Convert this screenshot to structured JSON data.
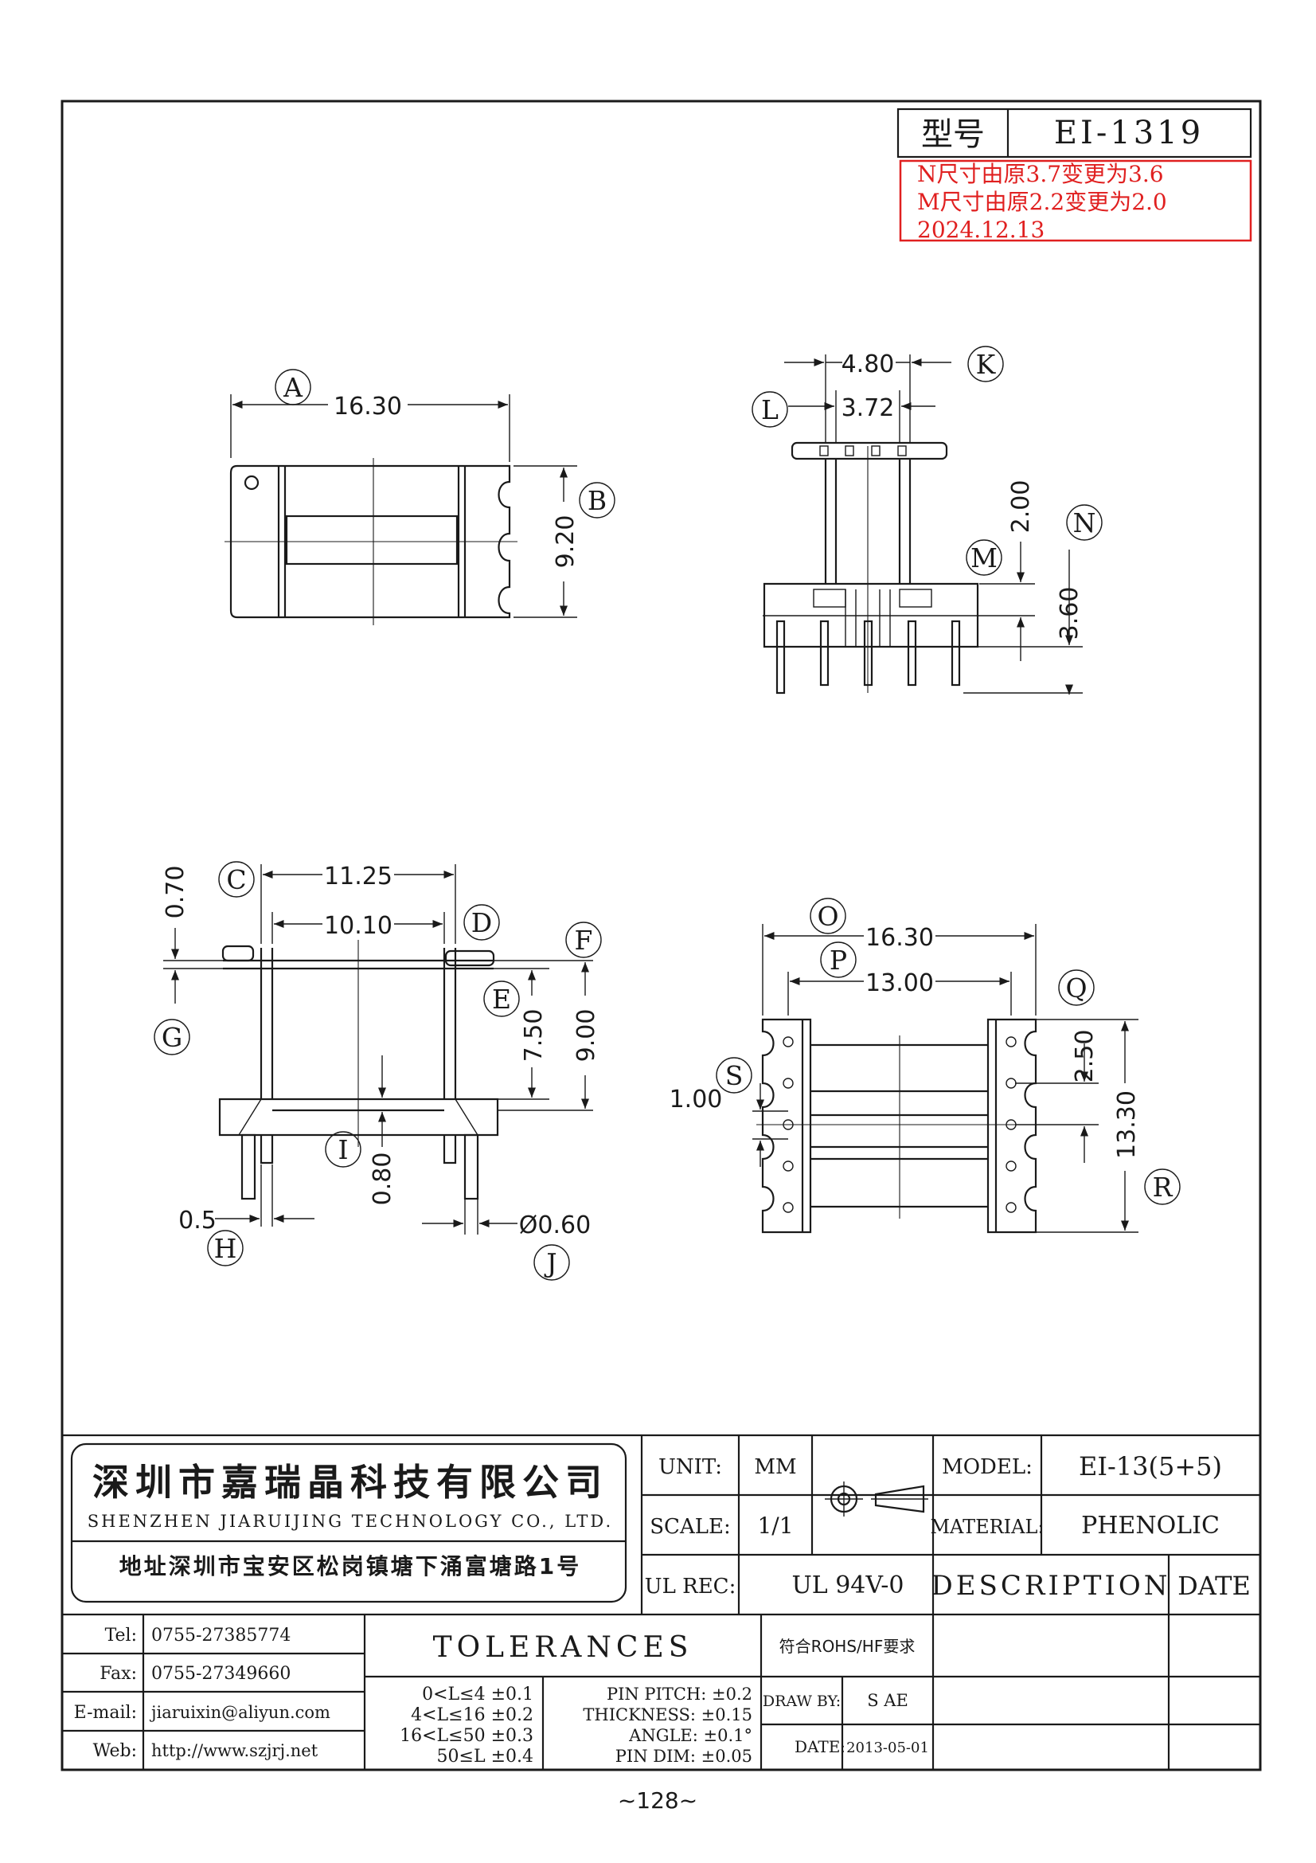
{
  "header": {
    "model_label": "型号",
    "model_value": "EI-1319",
    "revision_notes": [
      "N尺寸由原3.7变更为3.6",
      "M尺寸由原2.2变更为2.0",
      "2024.12.13"
    ],
    "revision_color": "#e02020"
  },
  "top_view": {
    "dims": {
      "A": "16.30",
      "B": "9.20"
    },
    "labels": [
      "A",
      "B"
    ]
  },
  "side_view": {
    "dims": {
      "K": "4.80",
      "L": "3.72",
      "M": "2.00",
      "N": "3.60"
    },
    "labels": [
      "K",
      "L",
      "M",
      "N"
    ]
  },
  "front_view": {
    "dims": {
      "C": "11.25",
      "D": "10.10",
      "G": "0.70",
      "E": "7.50",
      "F": "9.00",
      "I": "0.80",
      "H": "0.5",
      "J": "Ø0.60"
    },
    "labels": [
      "C",
      "D",
      "E",
      "F",
      "G",
      "H",
      "I",
      "J"
    ]
  },
  "bottom_view": {
    "dims": {
      "O": "16.30",
      "P": "13.00",
      "Q": "2.50",
      "R": "13.30",
      "S": "1.00"
    },
    "labels": [
      "O",
      "P",
      "Q",
      "R",
      "S"
    ]
  },
  "company": {
    "name_cn": "深圳市嘉瑞晶科技有限公司",
    "name_en": "SHENZHEN JIARUIJING TECHNOLOGY CO., LTD.",
    "address": "地址深圳市宝安区松岗镇塘下涌富塘路1号"
  },
  "title_block": {
    "unit_label": "UNIT:",
    "unit_value": "MM",
    "scale_label": "SCALE:",
    "scale_value": "1/1",
    "ul_label": "UL REC:",
    "ul_value": "UL 94V-0",
    "model_label": "MODEL:",
    "model_value": "EI-13(5+5)",
    "material_label": "MATERIAL:",
    "material_value": "PHENOLIC",
    "description_label": "DESCRIPTION",
    "date_label": "DATE",
    "rohs": "符合ROHS/HF要求",
    "draw_by_label": "DRAW BY:",
    "draw_by_value": "S AE",
    "date2_label": "DATE:",
    "date2_value": "2013-05-01"
  },
  "contacts": [
    {
      "label": "Tel:",
      "value": "0755-27385774"
    },
    {
      "label": "Fax:",
      "value": "0755-27349660"
    },
    {
      "label": "E-mail:",
      "value": "jiaruixin@aliyun.com"
    },
    {
      "label": "Web:",
      "value": "http://www.szjrj.net"
    }
  ],
  "tolerances": {
    "title": "TOLERANCES",
    "ranges": [
      "0<L≤4 ±0.1",
      "4<L≤16 ±0.2",
      "16<L≤50 ±0.3",
      "50≤L ±0.4"
    ],
    "specs": [
      "PIN PITCH: ±0.2",
      "THICKNESS: ±0.15",
      "ANGLE: ±0.1°",
      "PIN DIM: ±0.05"
    ]
  },
  "page_number": "~128~"
}
